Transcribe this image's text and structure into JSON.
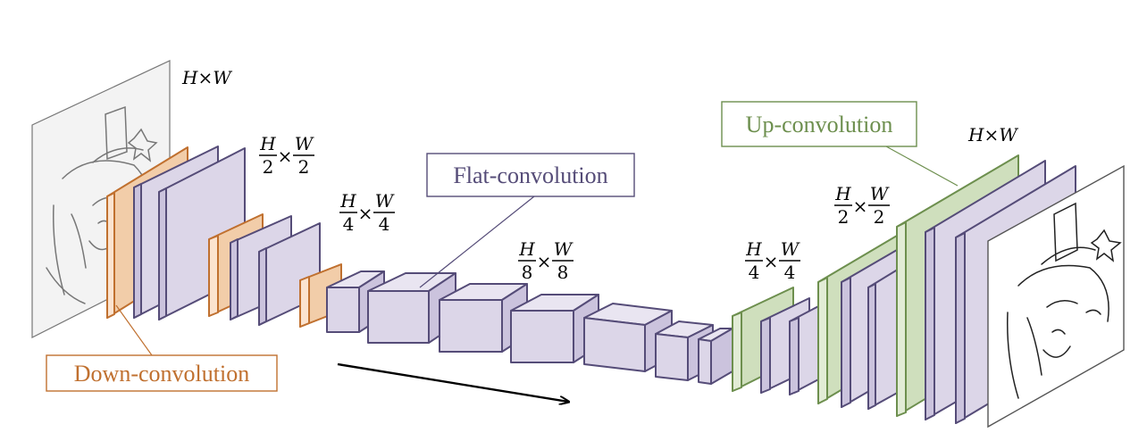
{
  "labels": {
    "down_convolution": "Down-convolution",
    "flat_convolution": "Flat-convolution",
    "up_convolution": "Up-convolution"
  },
  "dimensions": {
    "input": {
      "num": "H",
      "op": "×",
      "den": "W"
    },
    "output": {
      "num": "H",
      "op": "×",
      "den": "W"
    },
    "half": {
      "a_num": "H",
      "a_den": "2",
      "op": "×",
      "b_num": "W",
      "b_den": "2"
    },
    "quarter": {
      "a_num": "H",
      "a_den": "4",
      "op": "×",
      "b_num": "W",
      "b_den": "4"
    },
    "eighth": {
      "a_num": "H",
      "a_den": "8",
      "op": "×",
      "b_num": "W",
      "b_den": "8"
    },
    "quarter_up": {
      "a_num": "H",
      "a_den": "4",
      "op": "×",
      "b_num": "W",
      "b_den": "4"
    },
    "half_up": {
      "a_num": "H",
      "a_den": "2",
      "op": "×",
      "b_num": "W",
      "b_den": "2"
    }
  },
  "colors": {
    "down": "#c0702f",
    "flat": "#554c78",
    "up": "#6d8f4e"
  }
}
